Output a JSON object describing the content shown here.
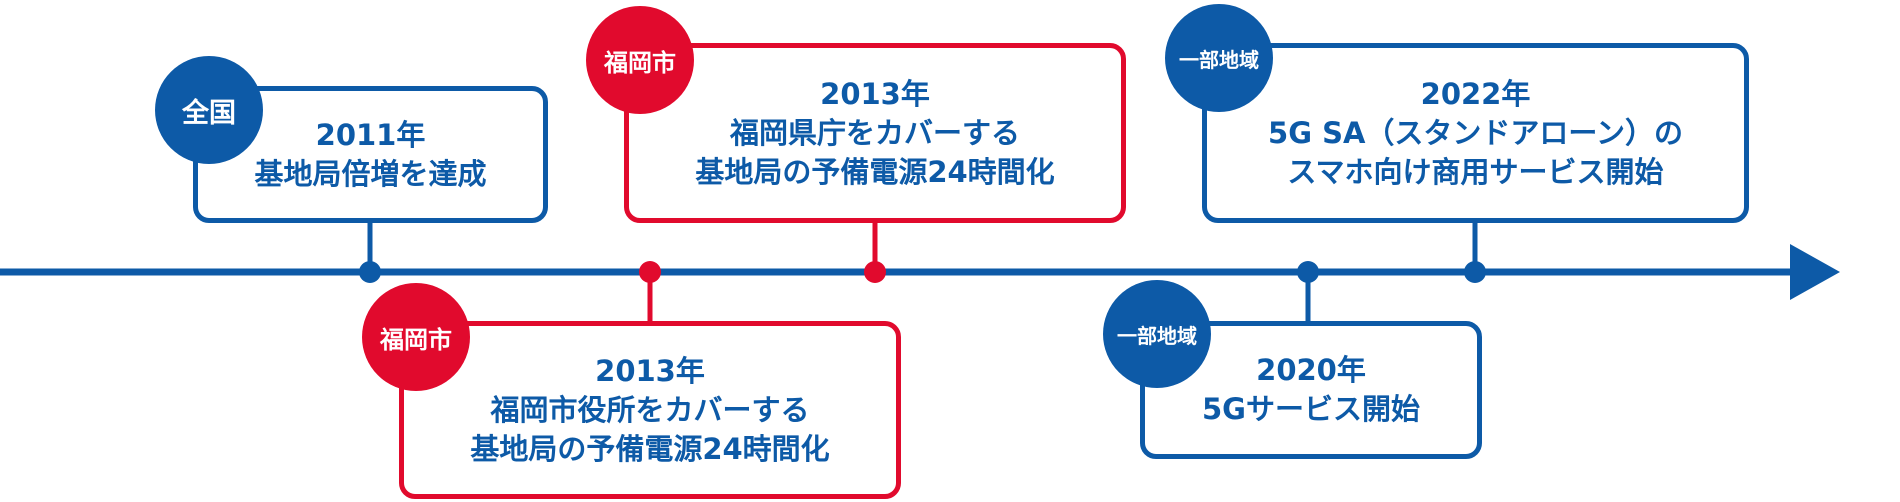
{
  "colors": {
    "blue": "#0d5aa7",
    "red": "#e10a2d",
    "text": "#0d5aa7",
    "background": "#ffffff"
  },
  "timeline": {
    "events": [
      {
        "badge": "全国",
        "badge_color": "blue",
        "year": "2011年",
        "lines": [
          "基地局倍増を達成"
        ]
      },
      {
        "badge": "福岡市",
        "badge_color": "red",
        "year": "2013年",
        "lines": [
          "福岡市役所をカバーする",
          "基地局の予備電源24時間化"
        ]
      },
      {
        "badge": "福岡市",
        "badge_color": "red",
        "year": "2013年",
        "lines": [
          "福岡県庁をカバーする",
          "基地局の予備電源24時間化"
        ]
      },
      {
        "badge": "一部地域",
        "badge_color": "blue",
        "year": "2020年",
        "lines": [
          "5Gサービス開始"
        ]
      },
      {
        "badge": "一部地域",
        "badge_color": "blue",
        "year": "2022年",
        "lines": [
          "5G SA（スタンドアローン）の",
          "スマホ向け商用サービス開始"
        ]
      }
    ]
  }
}
